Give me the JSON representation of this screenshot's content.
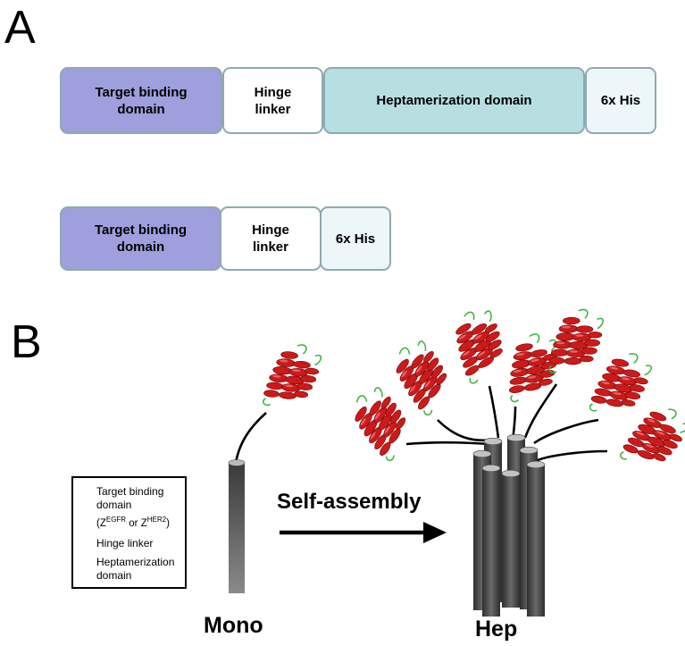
{
  "panels": {
    "a": "A",
    "b": "B"
  },
  "construct_hep": {
    "target": "Target binding\ndomain",
    "hinge": "Hinge\nlinker",
    "heptamerization": "Heptamerization domain",
    "his": "6x His"
  },
  "construct_mono": {
    "target": "Target binding\ndomain",
    "hinge": "Hinge\nlinker",
    "his": "6x His"
  },
  "legend": {
    "target_line1": "Target binding",
    "target_line2": "domain",
    "target_variants": {
      "open": "(Z",
      "sup1": "EGFR",
      "mid": " or Z",
      "sup2": "HER2",
      "close": ")"
    },
    "hinge": "Hinge linker",
    "heptamerization_line1": "Heptamerization",
    "heptamerization_line2": "domain"
  },
  "arrow_label": "Self-assembly",
  "mono_label": "Mono",
  "hep_label": "Hep",
  "colors": {
    "target": "#9e9fdc",
    "heptamerization": "#b7dfe2",
    "his": "#edf6f8",
    "border": "#8ea9b1",
    "helix": "#cc1a1a",
    "loop": "#3cb43c",
    "cylinder": "#555555"
  }
}
